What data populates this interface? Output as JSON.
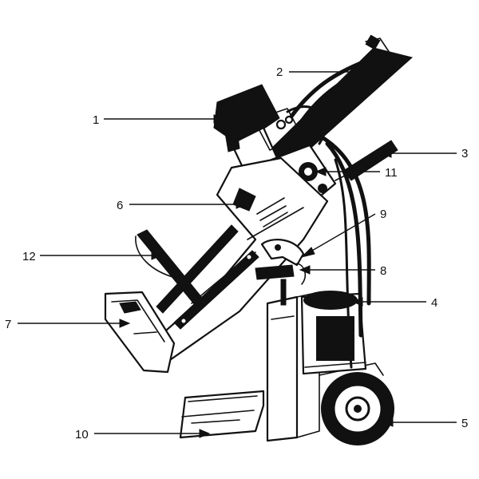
{
  "colors": {
    "ink": "#111111",
    "paper": "#ffffff"
  },
  "callouts": [
    {
      "id": "1",
      "label": "1"
    },
    {
      "id": "2",
      "label": "2"
    },
    {
      "id": "3",
      "label": "3"
    },
    {
      "id": "4",
      "label": "4"
    },
    {
      "id": "5",
      "label": "5"
    },
    {
      "id": "6",
      "label": "6"
    },
    {
      "id": "7",
      "label": "7"
    },
    {
      "id": "8",
      "label": "8"
    },
    {
      "id": "9",
      "label": "9"
    },
    {
      "id": "10",
      "label": "10"
    },
    {
      "id": "11",
      "label": "11"
    },
    {
      "id": "12",
      "label": "12"
    }
  ]
}
